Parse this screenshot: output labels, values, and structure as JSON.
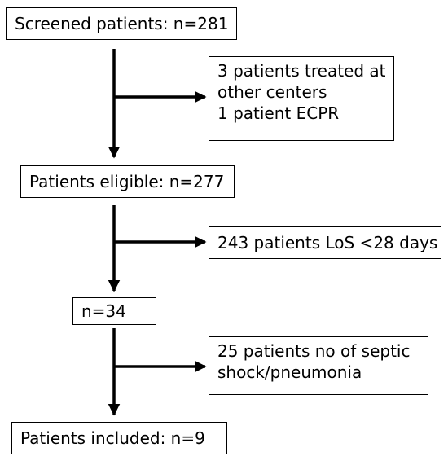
{
  "flow": {
    "screened": "Screened patients: n=281",
    "exclusion1": [
      "3 patients treated at",
      "other centers",
      "1 patient ECPR"
    ],
    "eligible": "Patients eligible: n=277",
    "exclusion2": "243 patients LoS <28 days",
    "remaining": "n=34",
    "exclusion3": [
      "25 patients no of septic",
      "shock/pneumonia"
    ],
    "included": "Patients included: n=9"
  },
  "colors": {
    "stroke": "#000000",
    "background": "#ffffff"
  }
}
